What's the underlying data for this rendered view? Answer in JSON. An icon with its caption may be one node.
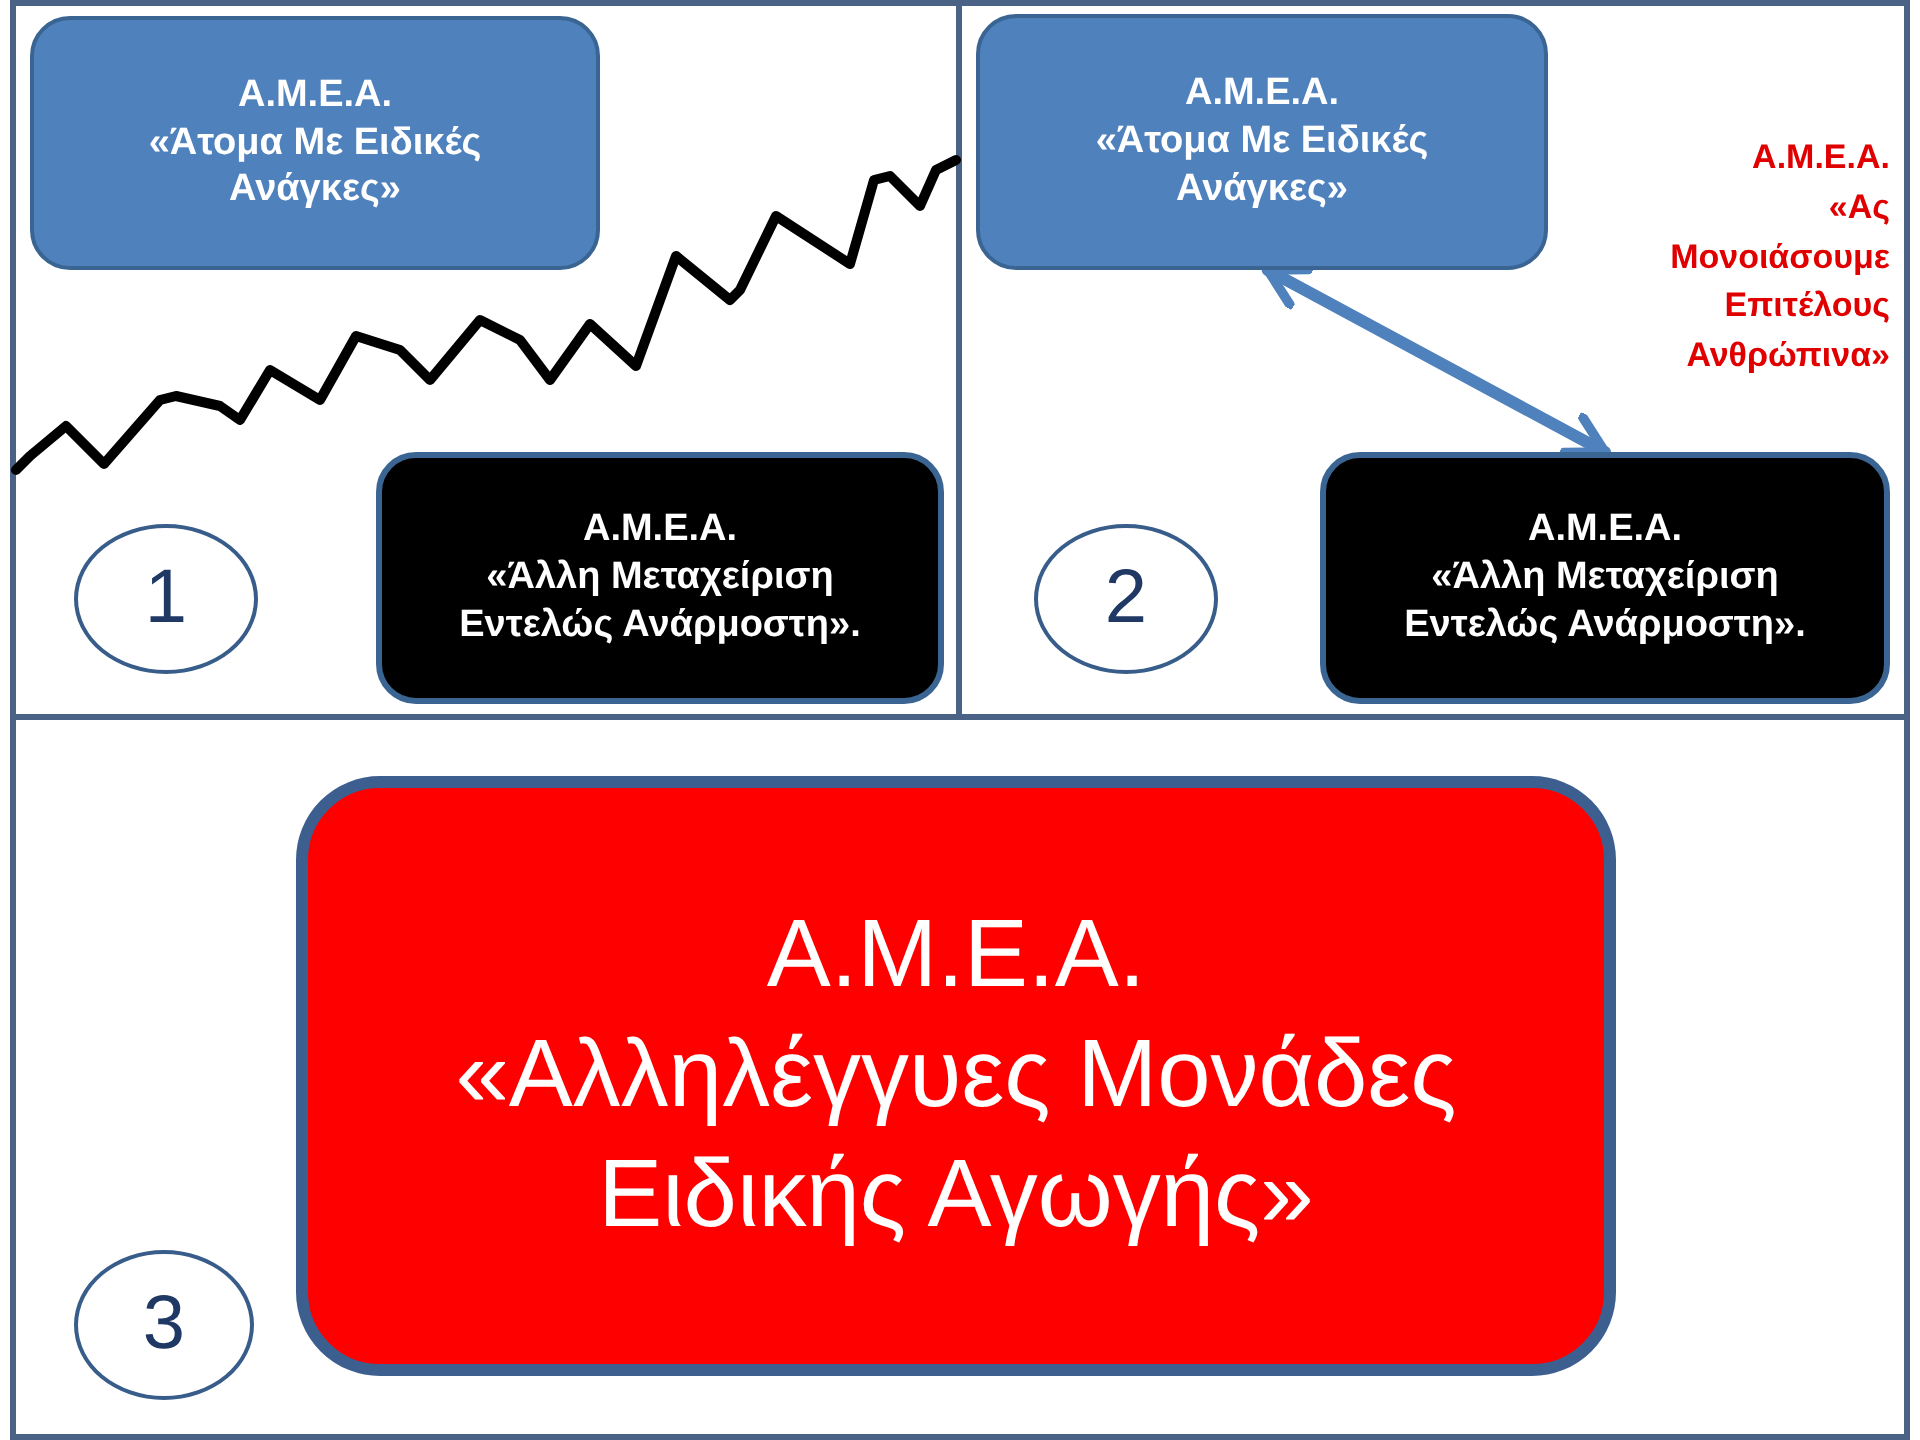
{
  "diagram": {
    "nodes": [
      {
        "text": [
          "Α.Μ.Ε.Α.",
          "«Άτομα Με Ειδικές Ανάγκες»"
        ]
      },
      {
        "text": [
          "Α.Μ.Ε.Α.",
          "«Άλλη Μεταχείριση Εντελώς Ανάρμοστη»."
        ]
      },
      {
        "text": [
          "1"
        ]
      },
      {
        "text": [
          "Α.Μ.Ε.Α.",
          "«Άτομα Με Ειδικές Ανάγκες»"
        ]
      },
      {
        "text": [
          "Α.Μ.Ε.Α.",
          "«Άλλη Μεταχείριση Εντελώς Ανάρμοστη»."
        ]
      },
      {
        "text": [
          "2"
        ]
      },
      {
        "text": [
          "Α.Μ.Ε.Α.",
          "«Αλληλέγγυες Μονάδες Ειδικής Αγωγής»"
        ]
      },
      {
        "text": [
          "3"
        ]
      }
    ],
    "edges": [
      {
        "from": 3,
        "to": 4,
        "arrow": "both"
      }
    ],
    "labels": [
      "Α.Μ.Ε.Α.",
      "«Ας Μονοιάσουμε Επιτέλους Ανθρώπινα»"
    ]
  }
}
